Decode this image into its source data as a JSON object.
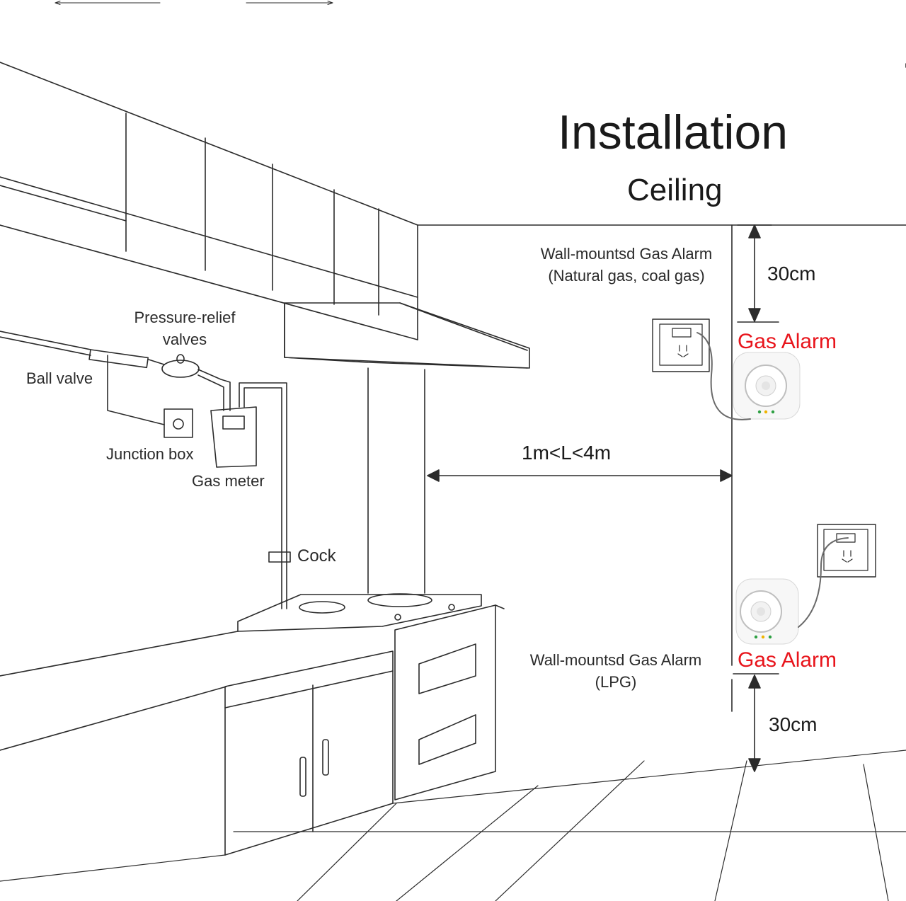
{
  "title": "Installation",
  "subtitle": "Ceiling",
  "labels": {
    "upper_alarm_type": "Wall-mountsd Gas Alarm",
    "upper_alarm_gases": "(Natural gas,  coal gas)",
    "lower_alarm_type": "Wall-mountsd Gas Alarm",
    "lower_alarm_gases": "(LPG)",
    "ceiling_distance": "30cm",
    "floor_distance": "30cm",
    "horizontal_distance": "1m<L<4m",
    "gas_alarm_top": "Gas Alarm",
    "gas_alarm_bottom": "Gas Alarm",
    "pressure_relief_line1": "Pressure-relief",
    "pressure_relief_line2": "valves",
    "ball_valve": "Ball valve",
    "junction_box": "Junction box",
    "gas_meter": "Gas meter",
    "cock": "Cock"
  },
  "colors": {
    "line": "#2b2b2b",
    "alarm_text": "#e8141b",
    "background": "#ffffff"
  }
}
